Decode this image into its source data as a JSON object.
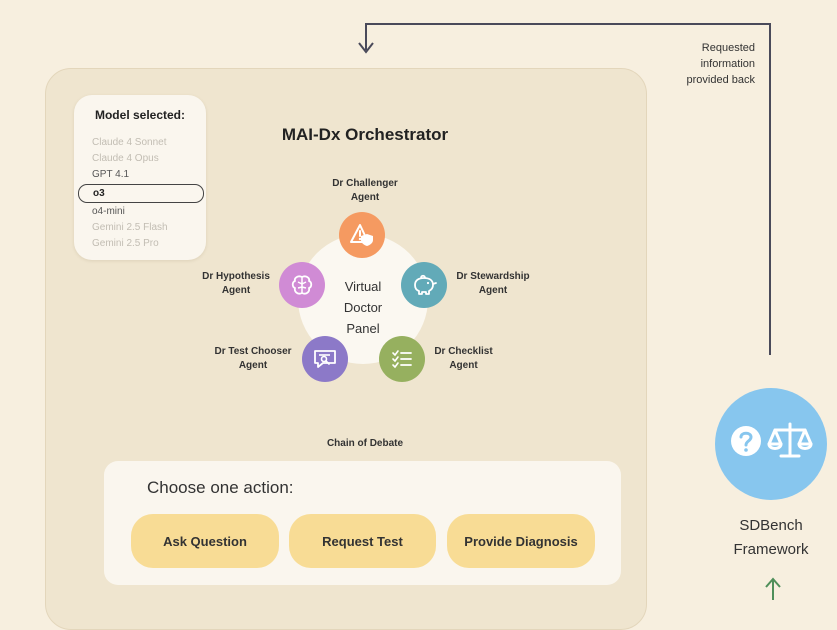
{
  "model_selector": {
    "title": "Model selected:",
    "options": [
      {
        "label": "Claude 4 Sonnet",
        "state": "dim"
      },
      {
        "label": "Claude 4 Opus",
        "state": "dim"
      },
      {
        "label": "GPT 4.1",
        "state": "normal"
      },
      {
        "label": "o3",
        "state": "selected"
      },
      {
        "label": "o4-mini",
        "state": "normal"
      },
      {
        "label": "Gemini 2.5 Flash",
        "state": "dim"
      },
      {
        "label": "Gemini 2.5 Pro",
        "state": "dim"
      }
    ]
  },
  "orchestrator": {
    "title": "MAI-Dx Orchestrator",
    "panel_label": "Virtual\nDoctor\nPanel"
  },
  "agents": {
    "challenger": {
      "label": "Dr Challenger\nAgent",
      "color": "#f59a61",
      "icon": "warning-shield-icon"
    },
    "stewardship": {
      "label": "Dr Stewardship\nAgent",
      "color": "#62aab8",
      "icon": "piggy-bank-icon"
    },
    "hypothesis": {
      "label": "Dr Hypothesis\nAgent",
      "color": "#d08bd5",
      "icon": "brain-icon"
    },
    "test_chooser": {
      "label": "Dr Test Chooser\nAgent",
      "color": "#8c79c8",
      "icon": "message-search-icon"
    },
    "checklist": {
      "label": "Dr Checklist\nAgent",
      "color": "#96b05f",
      "icon": "checklist-icon"
    }
  },
  "chain_of_debate": "Chain of Debate",
  "actions": {
    "title": "Choose one action:",
    "buttons": [
      "Ask Question",
      "Request Test",
      "Provide Diagnosis"
    ]
  },
  "feedback_label": "Requested\ninformation\nprovided back",
  "sdbench": {
    "label": "SDBench\nFramework",
    "color": "#87c6ee",
    "icons": [
      "question-icon",
      "scales-icon"
    ]
  },
  "colors": {
    "background": "#f7efdf",
    "orchestrator_panel": "#efe5cf",
    "button_fill": "#f8dc95",
    "input_arrow": "#8a2c35",
    "return_arrow": "#4a4a5a",
    "sdbench_arrow": "#4f8f5a"
  }
}
